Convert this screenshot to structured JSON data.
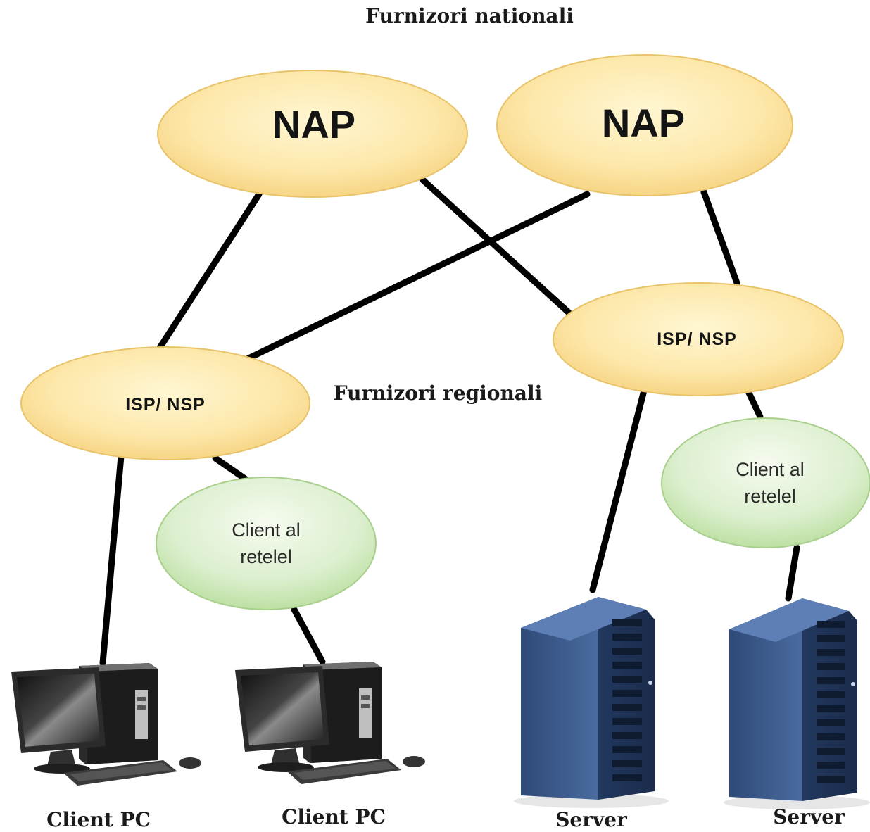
{
  "labels": {
    "top": "Furnizori nationali",
    "middle": "Furnizori regionali"
  },
  "nodes": {
    "nap_left": "NAP",
    "nap_right": "NAP",
    "isp_left": "ISP/ NSP",
    "isp_right": "ISP/ NSP",
    "client_net_left": {
      "line1": "Client al",
      "line2": "retelel"
    },
    "client_net_right": {
      "line1": "Client al",
      "line2": "retelel"
    }
  },
  "devices": {
    "pc_left": "Client PC",
    "pc_right": "Client PC",
    "server_left": "Server",
    "server_right": "Server"
  },
  "colors": {
    "nap_fill": "#fbe6a6",
    "nap_edge": "#e8c36a",
    "client_fill": "#dcefcf",
    "client_edge": "#a8d08c",
    "server_body": "#3f5e8f",
    "link": "#000000"
  }
}
